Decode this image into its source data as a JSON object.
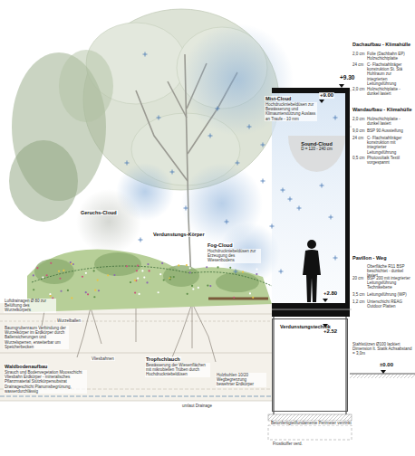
{
  "diagram": {
    "nodes": [
      {
        "text": [
          "Sound-Cloud",
          "D = 120 - 240 cm"
        ]
      },
      {
        "text": [
          "Verdunstungstechnik"
        ]
      }
    ],
    "labels": [
      "+9.30",
      "Dachaufbau - Klimahülle",
      "2,0 cm",
      "Folie (Dachbahn EP) Holzschichtplatte",
      "24 cm",
      "C- Flachstahlträger konstruktion St. Stä Hohlraum zur integrierten Leitungsführung",
      "2,0 cm",
      "Holzschichtplatte - dunkel lasiert",
      "+9.00",
      "Mist-Cloud",
      "Hochdruckniebeldüsen zur Bewässerung und Klimaunterstützung Auslass an Traufe - 10 mm",
      "Wandaufbau - Klimahülle",
      "2,0 cm",
      "Holzschichtplatte - dunkel lasiert",
      "9,0 cm",
      "BSP 90 Aussteifung",
      "24 cm",
      "C- Flachstahlträger konstruktion mit integrierter Leitungsführung",
      "0,5 cm",
      "Photovoltaik Textil vorgespannt",
      "Geruchs-Cloud",
      "Verdunstungs-Körper",
      "Fog-Cloud",
      "Hochdruckniebeldüsen zur Erzeugung des Wiesenbodens",
      "Pavillon - Weg",
      "Oberfläche R11 BSP beschichtet - dunkel lasiert",
      "20 cm",
      "BSP 200 mit integrierter Leitungsführung Technikebene",
      "3,5 cm",
      "Leitungsführung (WP)",
      "1,2 cm",
      "Unterschicht REAG Outdoor Platten",
      "+2.80",
      "+2.52",
      "Wurzelballen",
      "Luftdrainagen Ø 80 zur Belüftung des Wurzelkörpers",
      "Baumgrubenraum Verbindung der Wurzelkörper im Erdkörper durch Ballensicherungen und Wurzelsperren, erweiterbar um Speicherbecken",
      "Stahlstützen Ø100 lackiert Dimension lt. Statik Achsabstand = 3,0m",
      "Vliesbahnen",
      "Tropfschlauch",
      "Bewässerung der Wiesenflächen mit mikrobiellen Trüben durch Hochdruckniebeldüsen",
      "Holzbohlen 10/20 Wegbegrenzung bewehrter Erdkörper",
      "±0.00",
      "Waldbodenaufbau",
      "Strauch und Bodenvegetation Moosschicht Vliesbahn Erdkörper - mineralisches Pflanzmaterial Stützkörpersubstrat Drainageschicht Planumsbegrünung, wasserdurchlässig",
      "umlaut Drainage",
      "Betonfertigteilfundamente Perimeter verzinkt",
      "Frostkoffer verd."
    ]
  }
}
